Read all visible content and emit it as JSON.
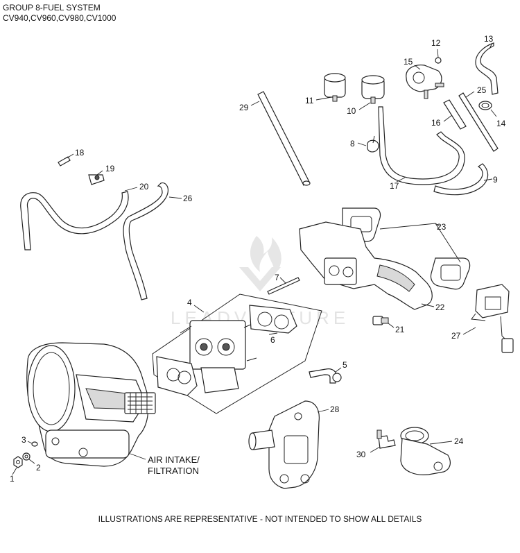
{
  "header": {
    "title": "GROUP 8-FUEL SYSTEM",
    "models": "CV940,CV960,CV980,CV1000"
  },
  "callouts": {
    "c1": "1",
    "c2": "2",
    "c3": "3",
    "c4": "4",
    "c5": "5",
    "c6": "6",
    "c7": "7",
    "c8": "8",
    "c9": "9",
    "c10": "10",
    "c11": "11",
    "c12": "12",
    "c13": "13",
    "c14": "14",
    "c15": "15",
    "c16": "16",
    "c17": "17",
    "c18": "18",
    "c19": "19",
    "c20": "20",
    "c21": "21",
    "c22": "22",
    "c23": "23",
    "c24": "24",
    "c25": "25",
    "c26": "26",
    "c27": "27",
    "c28": "28",
    "c29": "29",
    "c30": "30"
  },
  "air_intake": {
    "line1": "AIR INTAKE/",
    "line2": "FILTRATION"
  },
  "watermark": "LEADVENTURE",
  "footer": "ILLUSTRATIONS ARE REPRESENTATIVE - NOT INTENDED TO SHOW ALL DETAILS"
}
